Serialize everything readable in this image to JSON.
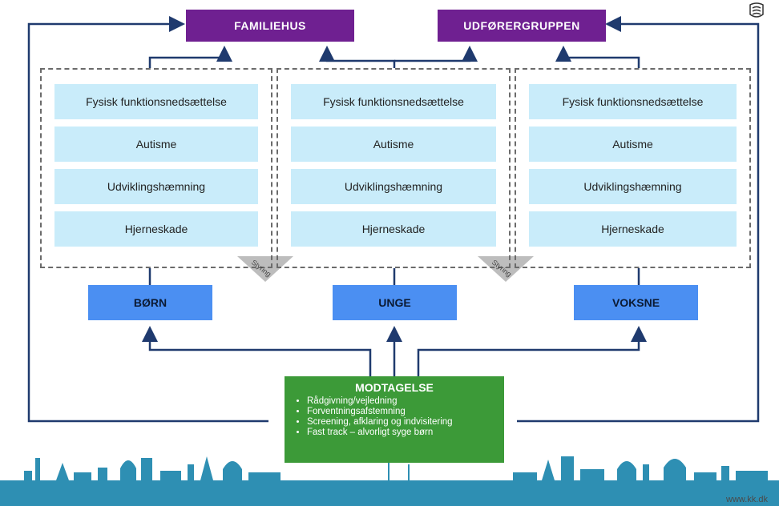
{
  "top": {
    "familiehus": "FAMILIEHUS",
    "udfoerergruppen": "UDFØRERGRUPPEN"
  },
  "groups": [
    {
      "categories": [
        "Fysisk funktionsnedsættelse",
        "Autisme",
        "Udviklingshæmning",
        "Hjerneskade"
      ]
    },
    {
      "categories": [
        "Fysisk funktionsnedsættelse",
        "Autisme",
        "Udviklingshæmning",
        "Hjerneskade"
      ]
    },
    {
      "categories": [
        "Fysisk funktionsnedsættelse",
        "Autisme",
        "Udviklingshæmning",
        "Hjerneskade"
      ]
    }
  ],
  "age_groups": [
    "BØRN",
    "UNGE",
    "VOKSNE"
  ],
  "styring_labels": [
    "Styring",
    "Styring"
  ],
  "modtagelse": {
    "title": "MODTAGELSE",
    "items": [
      "Rådgivning/vejledning",
      "Forventningsafstemning",
      "Screening, afklaring og indvisitering",
      "Fast track – alvorligt syge børn"
    ]
  },
  "footer": {
    "url": "www.kk.dk"
  },
  "colors": {
    "purple": "#6f2091",
    "light_blue": "#c9ecfa",
    "blue": "#4b8ff2",
    "green": "#3c9a38",
    "arrow": "#1f3a6e",
    "skyline": "#2e8fb3"
  },
  "icons": {
    "logo": "city-crest-icon"
  }
}
